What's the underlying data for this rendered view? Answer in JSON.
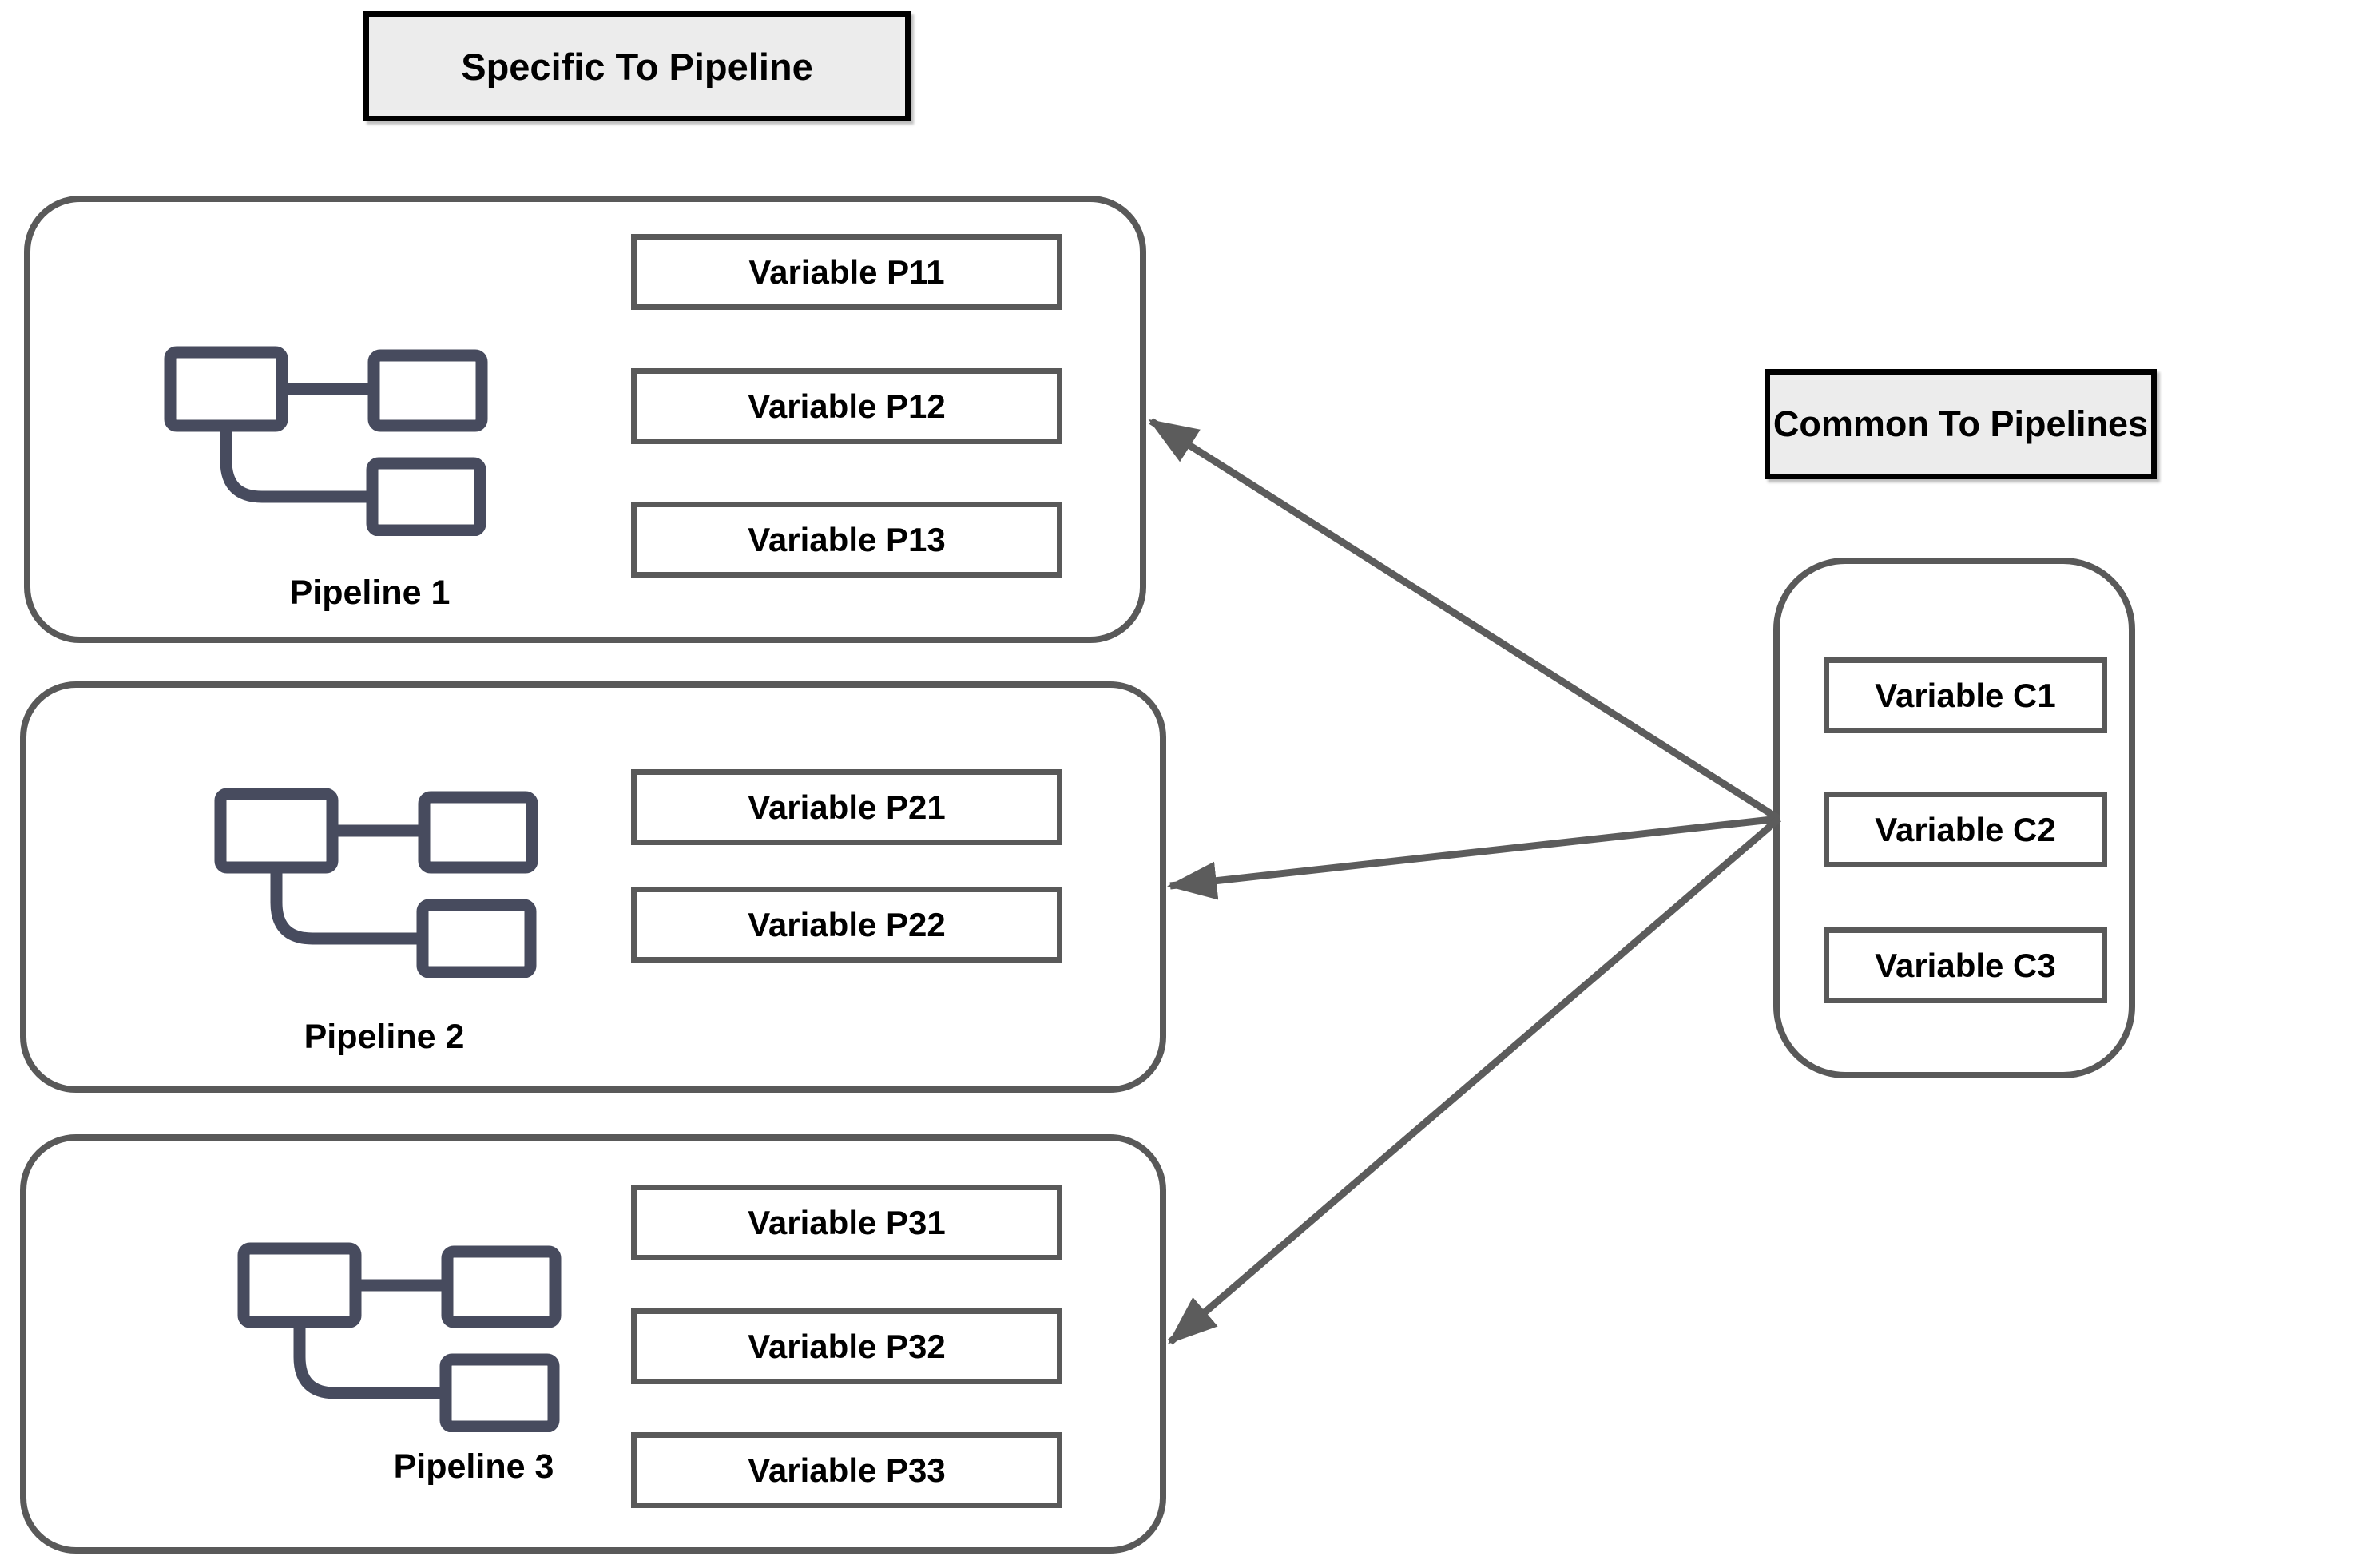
{
  "titles": {
    "specific": "Specific To Pipeline",
    "common": "Common To Pipelines"
  },
  "pipelines": [
    {
      "label": "Pipeline 1",
      "variables": [
        "Variable P11",
        "Variable P12",
        "Variable P13"
      ]
    },
    {
      "label": "Pipeline 2",
      "variables": [
        "Variable P21",
        "Variable P22"
      ]
    },
    {
      "label": "Pipeline 3",
      "variables": [
        "Variable P31",
        "Variable P32",
        "Variable P33"
      ]
    }
  ],
  "common_group": {
    "variables": [
      "Variable C1",
      "Variable C2",
      "Variable C3"
    ]
  },
  "connections": [
    {
      "from": "Common To Pipelines",
      "to": "Pipeline 1"
    },
    {
      "from": "Common To Pipelines",
      "to": "Pipeline 2"
    },
    {
      "from": "Common To Pipelines",
      "to": "Pipeline 3"
    }
  ],
  "icons": {
    "pipeline": "flowchart-pipeline-icon"
  },
  "colors": {
    "background": "#ffffff",
    "container_border": "#595959",
    "title_bg": "#ececec",
    "title_border": "#000000",
    "arrow": "#5c5c5c",
    "icon": "#474b5e",
    "text": "#000000"
  }
}
